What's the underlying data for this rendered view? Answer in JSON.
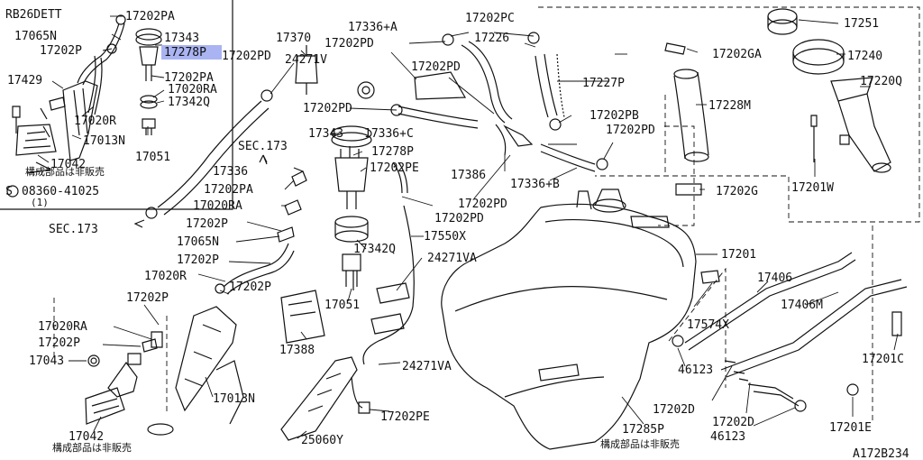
{
  "diagram": {
    "model": "RB26DETT",
    "figure_code": "A172B234",
    "selected_part": "17278P",
    "sec_ref": "SEC.173",
    "not_sold_note": "構成部品は非販売",
    "bolt_part": "08360-41025",
    "bolt_qty": "(1)",
    "part_labels": [
      {
        "id": "17202PA"
      },
      {
        "id": "17065N"
      },
      {
        "id": "17202P"
      },
      {
        "id": "17343"
      },
      {
        "id": "17278P"
      },
      {
        "id": "17202PA"
      },
      {
        "id": "17429"
      },
      {
        "id": "17020RA"
      },
      {
        "id": "17342Q"
      },
      {
        "id": "17020R"
      },
      {
        "id": "17013N"
      },
      {
        "id": "17051"
      },
      {
        "id": "17042"
      },
      {
        "id": "17370"
      },
      {
        "id": "17202PD"
      },
      {
        "id": "24271V"
      },
      {
        "id": "17336+A"
      },
      {
        "id": "17202PD"
      },
      {
        "id": "17202PD"
      },
      {
        "id": "17202PC"
      },
      {
        "id": "17226"
      },
      {
        "id": "17202GA"
      },
      {
        "id": "17251"
      },
      {
        "id": "17240"
      },
      {
        "id": "17220Q"
      },
      {
        "id": "17227P"
      },
      {
        "id": "17228M"
      },
      {
        "id": "17202PD"
      },
      {
        "id": "17343"
      },
      {
        "id": "17336+C"
      },
      {
        "id": "17278P"
      },
      {
        "id": "17202PE"
      },
      {
        "id": "17202PB"
      },
      {
        "id": "17202PD"
      },
      {
        "id": "17336"
      },
      {
        "id": "17386"
      },
      {
        "id": "17336+B"
      },
      {
        "id": "17202G"
      },
      {
        "id": "17201W"
      },
      {
        "id": "17202PA"
      },
      {
        "id": "17020RA"
      },
      {
        "id": "17202PD"
      },
      {
        "id": "17202PD"
      },
      {
        "id": "17202P"
      },
      {
        "id": "17342Q"
      },
      {
        "id": "17550X"
      },
      {
        "id": "17201"
      },
      {
        "id": "17065N"
      },
      {
        "id": "24271VA"
      },
      {
        "id": "17202P"
      },
      {
        "id": "17020R"
      },
      {
        "id": "17202P"
      },
      {
        "id": "17406"
      },
      {
        "id": "17406M"
      },
      {
        "id": "17202P"
      },
      {
        "id": "17051"
      },
      {
        "id": "17574X"
      },
      {
        "id": "17020RA"
      },
      {
        "id": "17202P"
      },
      {
        "id": "17388"
      },
      {
        "id": "46123"
      },
      {
        "id": "17201C"
      },
      {
        "id": "17043"
      },
      {
        "id": "24271VA"
      },
      {
        "id": "17013N"
      },
      {
        "id": "17202D"
      },
      {
        "id": "17202D"
      },
      {
        "id": "17042"
      },
      {
        "id": "17202PE"
      },
      {
        "id": "17285P"
      },
      {
        "id": "46123"
      },
      {
        "id": "17201E"
      },
      {
        "id": "25060Y"
      }
    ]
  }
}
